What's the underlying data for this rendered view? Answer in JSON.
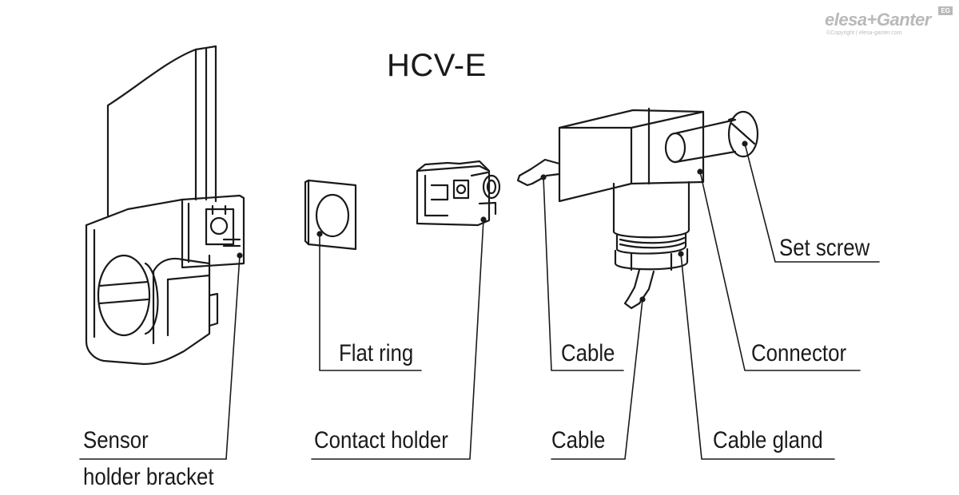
{
  "title": "HCV-E",
  "brand": {
    "name": "elesa+Ganter",
    "copyright": "©Copyright | elesa-ganter.com",
    "badge": "EG"
  },
  "labels": {
    "sensor_holder_bracket_1": "Sensor",
    "sensor_holder_bracket_2": "holder bracket",
    "flat_ring": "Flat ring",
    "contact_holder": "Contact holder",
    "cable_upper": "Cable",
    "cable_lower": "Cable",
    "connector": "Connector",
    "set_screw": "Set screw",
    "cable_gland": "Cable gland"
  },
  "colors": {
    "line": "#1a1a1a",
    "background": "#ffffff",
    "logo": "#b9b9b9"
  }
}
